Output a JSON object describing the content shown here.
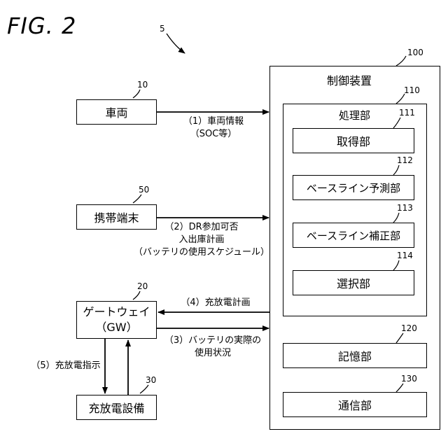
{
  "figure_label": "FIG. 2",
  "system_ref": "5",
  "vehicle": {
    "ref": "10",
    "label": "車両"
  },
  "terminal": {
    "ref": "50",
    "label": "携帯端末"
  },
  "gateway": {
    "ref": "20",
    "label_line1": "ゲートウェイ",
    "label_line2": "（GW）"
  },
  "equipment": {
    "ref": "30",
    "label": "充放電設備"
  },
  "controller": {
    "ref": "100",
    "title": "制御装置",
    "processor": {
      "ref": "110",
      "title": "処理部",
      "units": [
        {
          "ref": "111",
          "label": "取得部"
        },
        {
          "ref": "112",
          "label": "ベースライン予測部"
        },
        {
          "ref": "113",
          "label": "ベースライン補正部"
        },
        {
          "ref": "114",
          "label": "選択部"
        }
      ]
    },
    "storage": {
      "ref": "120",
      "label": "記憶部"
    },
    "comm": {
      "ref": "130",
      "label": "通信部"
    }
  },
  "flows": {
    "f1_line1": "（1）車両情報",
    "f1_line2": "（SOC等）",
    "f2_line1": "（2）DR参加可否",
    "f2_line2": "入出庫計画",
    "f2_line3": "（バッテリの使用スケジュール）",
    "f4": "（4）充放電計画",
    "f3_line1": "（3）バッテリの実際の",
    "f3_line2": "使用状況",
    "f5": "（5）充放電指示"
  }
}
